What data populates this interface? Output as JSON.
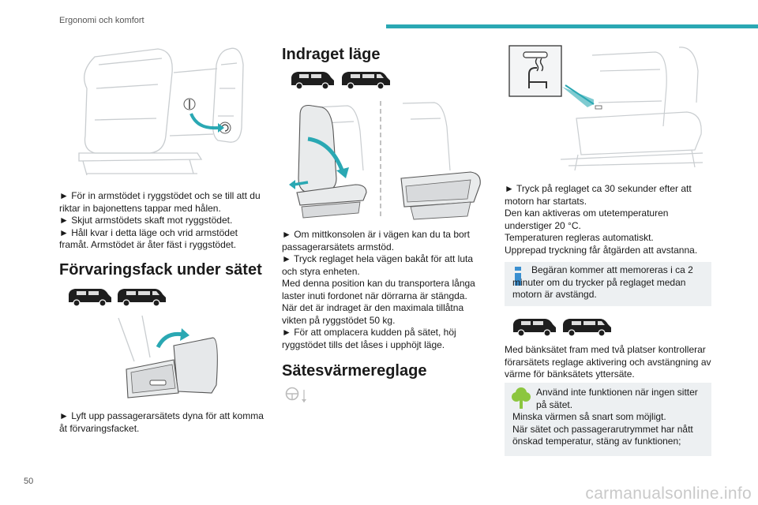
{
  "header": {
    "section": "Ergonomi och komfort",
    "page_number": "50"
  },
  "col1": {
    "armrest_steps": [
      "► För in armstödet i ryggstödet och se till att du riktar in bajonettens tappar med hålen.",
      "► Skjut armstödets skaft mot ryggstödet.",
      "► Håll kvar i detta läge och vrid armstödet framåt. Armstödet är åter fäst i ryggstödet."
    ],
    "storage_heading": "Förvaringsfack under sätet",
    "storage_steps": [
      "► Lyft upp passagerarsätets dyna för att komma åt förvaringsfacket."
    ]
  },
  "col2": {
    "retracted_heading": "Indraget läge",
    "retracted_steps": [
      "► Om mittkonsolen är i vägen kan du ta bort passagerarsätets armstöd.",
      "► Tryck reglaget hela vägen bakåt för att luta och styra enheten.",
      "Med denna position kan du transportera långa laster inuti fordonet när dörrarna är stängda.",
      "När det är indraget är den maximala tillåtna vikten på ryggstödet 50 kg.",
      "► För att omplacera kudden på sätet, höj ryggstödet tills det låses i upphöjt läge."
    ],
    "heating_heading": "Sätesvärmereglage"
  },
  "col3": {
    "heating_steps": [
      "► Tryck på reglaget ca 30 sekunder efter att motorn har startats.",
      "Den kan aktiveras om utetemperaturen understiger 20 °C.",
      "Temperaturen regleras automatiskt.",
      "Upprepad tryckning får åtgärden att avstanna."
    ],
    "info_note": "Begäran kommer att memoreras i ca 2 minuter om du trycker på reglaget medan motorn är avstängd.",
    "bench_text": "Med bänksätet fram med två platser kontrollerar förarsätets reglage aktivering och avstängning av värme för bänksätets yttersäte.",
    "eco_note": [
      "Använd inte funktionen när ingen sitter på sätet.",
      "Minska värmen så snart som möjligt.",
      "När sätet och passagerarutrymmet har nått önskad temperatur, stäng av funktionen;"
    ]
  },
  "watermark": "carmanualsonline.info",
  "colors": {
    "accent": "#2aa8b3",
    "note_bg": "#edf0f2",
    "info_blue": "#3a8fd0",
    "eco_green": "#8cc63f"
  }
}
